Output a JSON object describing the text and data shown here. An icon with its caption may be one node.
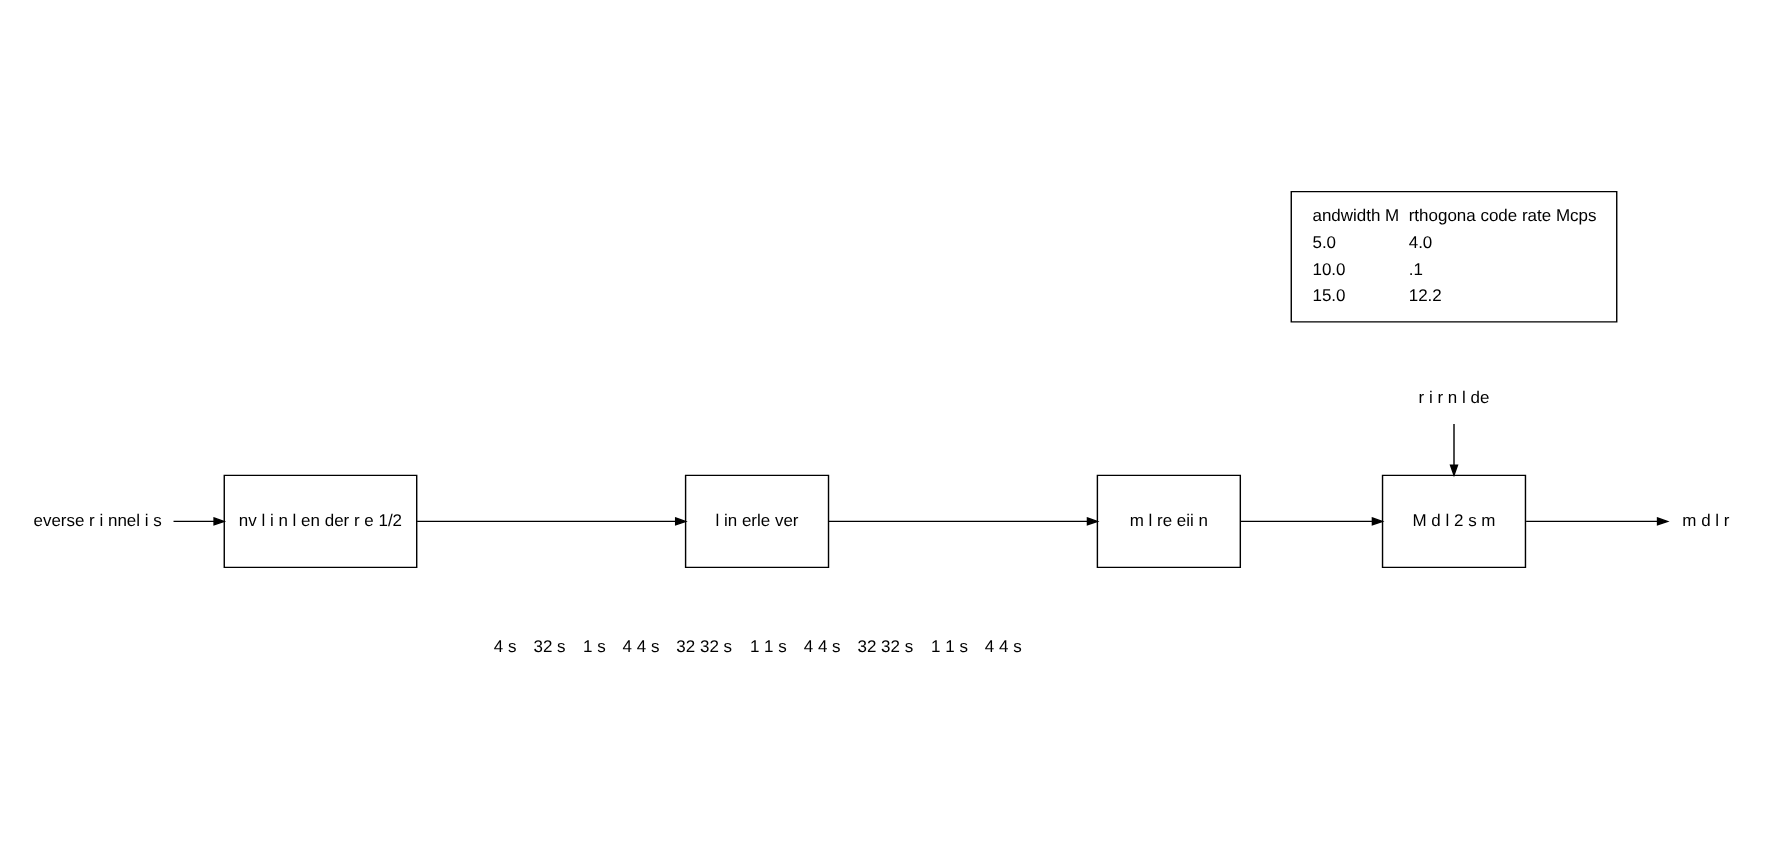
{
  "diagram": {
    "nodes": [
      {
        "text": [
          "everse r i nnel i s"
        ]
      },
      {
        "text": [
          "nv l i n l en der r e 1/2"
        ]
      },
      {
        "text": [
          "l in erle ver"
        ]
      },
      {
        "text": [
          "m l re eii n"
        ]
      },
      {
        "text": [
          "M d l 2 s m"
        ]
      },
      {
        "text": [
          "m d l r"
        ]
      },
      {
        "text": [
          "r i r n l de"
        ]
      },
      {
        "text": [
          "andwidth M",
          "rthogona code rate Mcps",
          "5.0",
          "4.0",
          "10.0",
          ".1",
          "15.0",
          "12.2"
        ]
      }
    ],
    "edges": [
      {
        "from": 0,
        "to": 1,
        "arrow": "to"
      },
      {
        "from": 1,
        "to": 2,
        "arrow": "to"
      },
      {
        "from": 2,
        "to": 3,
        "arrow": "to"
      },
      {
        "from": 3,
        "to": 4,
        "arrow": "to"
      },
      {
        "from": 4,
        "to": 5,
        "arrow": "to"
      },
      {
        "from": 6,
        "to": 4,
        "arrow": "to"
      }
    ],
    "labels": [
      "4 s",
      "32 s",
      "1 s",
      "4 4 s",
      "32 32 s",
      "1 1 s",
      "4 4 s",
      "32 32 s",
      "1 1 s",
      "4 4 s"
    ]
  }
}
